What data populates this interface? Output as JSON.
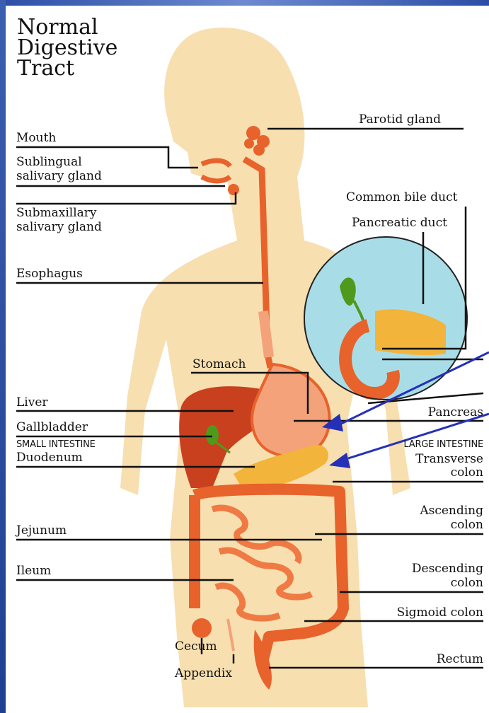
{
  "title_lines": [
    "Normal",
    "Digestive",
    "Tract"
  ],
  "labels": {
    "mouth": "Mouth",
    "sublingual_1": "Sublingual",
    "sublingual_2": "salivary gland",
    "submaxillary_1": "Submaxillary",
    "submaxillary_2": "salivary gland",
    "esophagus": "Esophagus",
    "stomach": "Stomach",
    "liver": "Liver",
    "gallbladder": "Gallbladder",
    "small_intestine": "SMALL INTESTINE",
    "duodenum": "Duodenum",
    "jejunum": "Jejunum",
    "ileum": "Ileum",
    "cecum": "Cecum",
    "appendix": "Appendix",
    "parotid": "Parotid gland",
    "common_bile_duct": "Common bile duct",
    "pancreatic_duct": "Pancreatic duct",
    "pancreas": "Pancreas",
    "large_intestine": "LARGE INTESTINE",
    "transverse_1": "Transverse",
    "transverse_2": "colon",
    "ascending_1": "Ascending",
    "ascending_2": "colon",
    "descending_1": "Descending",
    "descending_2": "colon",
    "sigmoid": "Sigmoid colon",
    "rectum": "Rectum"
  },
  "colors": {
    "body": "#f7dfb0",
    "organ": "#e8622c",
    "organ_light": "#f4a27a",
    "liver": "#c9401f",
    "gallbladder": "#4f9a1c",
    "inset_bg": "#a8dde8",
    "pancreas": "#f2b43a",
    "arrow": "#2530b8",
    "frame": "#2c4ea6"
  }
}
